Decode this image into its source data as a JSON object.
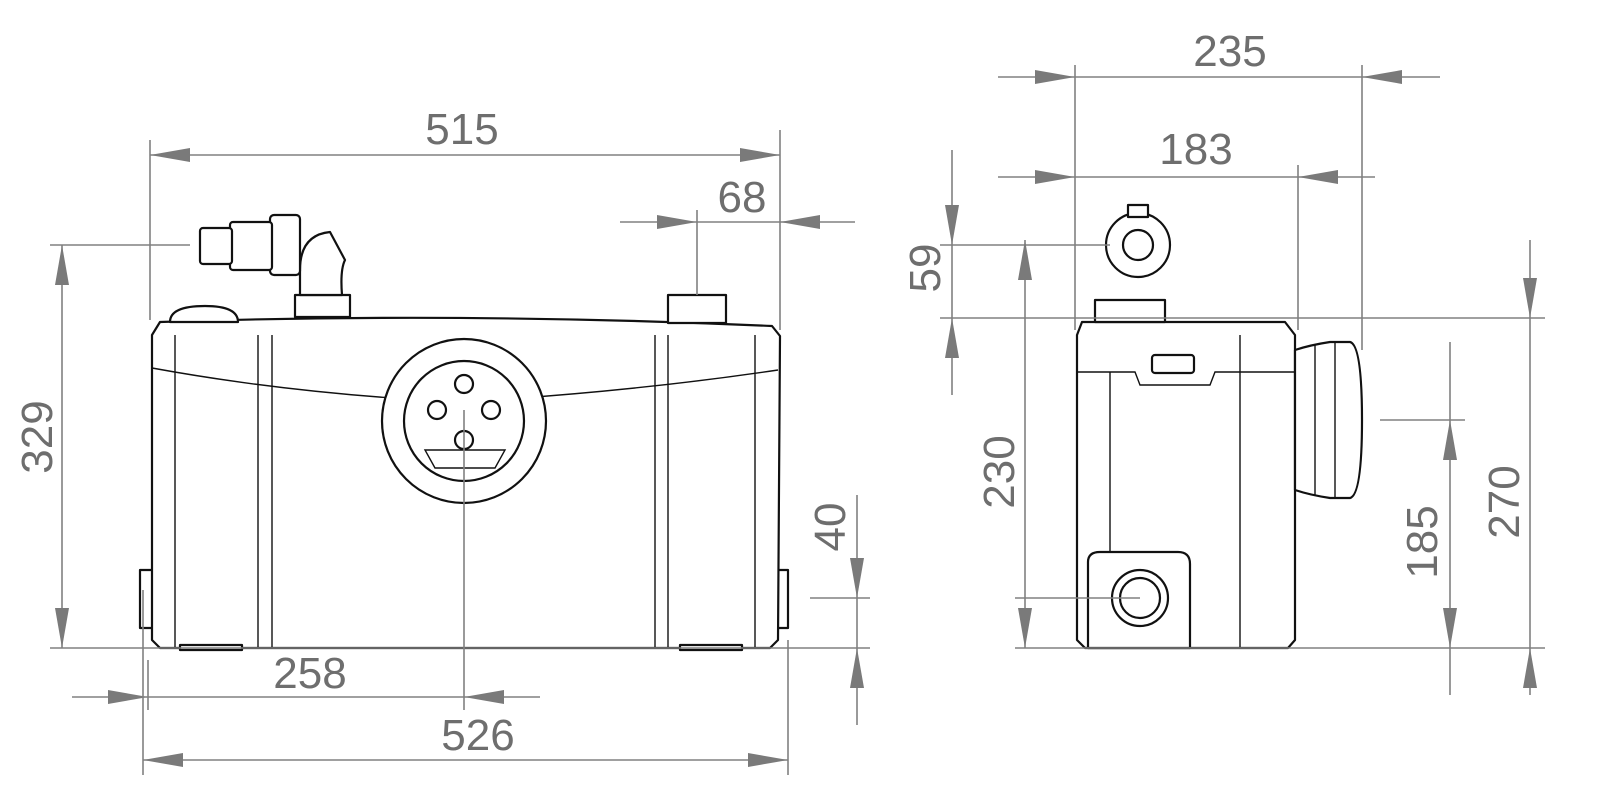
{
  "title": "Pump unit dimension drawing",
  "views": {
    "front": {
      "dimensions": {
        "overall_width_top": "515",
        "outlet_offset": "68",
        "overall_height": "329",
        "inlet_height": "40",
        "inlet_center_offset": "258",
        "overall_width_base": "526"
      }
    },
    "side": {
      "dimensions": {
        "overall_depth": "235",
        "body_depth": "183",
        "outlet_height_above_lid": "59",
        "body_height": "230",
        "rear_inlet_center_height": "185",
        "rear_inlet_top_height": "270"
      }
    }
  },
  "colors": {
    "dimension": "#808080",
    "outline": "#111111"
  }
}
